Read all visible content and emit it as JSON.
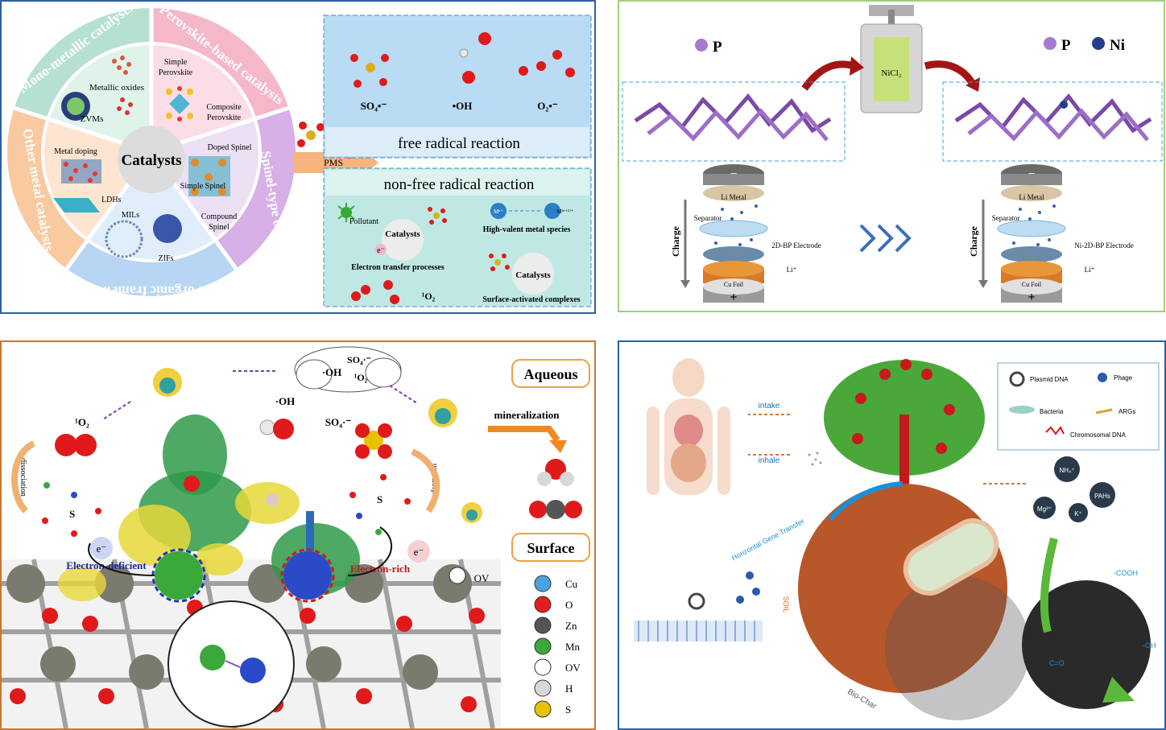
{
  "panel1": {
    "center": "Catalysts",
    "segments": {
      "mono": "Mono-metallic catalysts",
      "perovskite": "Perovskite-based catalysts",
      "spinel": "Spinel-type catalysts",
      "mof": "Metal-organic frameworks",
      "other": "Other metal catalysts"
    },
    "items": {
      "metallic_oxides": "Metallic oxides",
      "zvms": "ZVMs",
      "simple_perovskite_1": "Simple",
      "simple_perovskite_2": "Perovskite",
      "composite_perovskite_1": "Composite",
      "composite_perovskite_2": "Perovskite",
      "doped_spinel": "Doped Spinel",
      "simple_spinel": "Simple Spinel",
      "compound_spinel_1": "Compound",
      "compound_spinel_2": "Spinel",
      "mils": "MILs",
      "zifs": "ZIFs",
      "metal_doping": "Metal doping",
      "ldhs": "LDHs"
    },
    "pms": "PMS",
    "free_radical": {
      "title": "free radical reaction",
      "species": [
        "SO₄•⁻",
        "•OH",
        "O₂•⁻"
      ]
    },
    "non_free_radical": {
      "title": "non-free radical reaction",
      "pollutant": "Pollutant",
      "catalysts_a": "Catalysts",
      "electron": "e⁻",
      "electron_transfer": "Electron transfer processes",
      "metal_low": "Mⁿ⁺",
      "metal_high": "M⁽ⁿ⁺²⁾⁺",
      "high_valent": "High-valent metal species",
      "catalysts_b": "Catalysts",
      "singlet_oxygen": "¹O₂",
      "surface_complexes": "Surface-activated complexes"
    }
  },
  "panel2": {
    "legend_left": "P",
    "legend_right_p": "P",
    "legend_right_ni": "Ni",
    "reactor_label": "NiCl₂",
    "left_cell": {
      "top": "−",
      "li_metal": "Li Metal",
      "separator": "Separator",
      "electrode": "2D-BP Electrode",
      "cu_foil": "Cu Foil",
      "bottom": "+",
      "charge": "Charge",
      "li_ion": "Li⁺"
    },
    "right_cell": {
      "top": "−",
      "li_metal": "Li Metal",
      "separator": "Separator",
      "electrode": "Ni-2D-BP Electrode",
      "cu_foil": "Cu Foil",
      "bottom": "+",
      "charge": "Charge",
      "li_ion": "Li⁺"
    }
  },
  "panel3": {
    "aqueous": "Aqueous",
    "surface": "Surface",
    "mineralization": "mineralization",
    "cloud": {
      "oh": "·OH",
      "so4": "SO₄·⁻",
      "o2": "¹O₂"
    },
    "singlet_o2": "¹O₂",
    "oh": "·OH",
    "so4": "SO₄·⁻",
    "dissociation": "dissociation",
    "adsorption": "adsorption",
    "electron_deficient": "Electron-deficient",
    "electron_rich": "Electron-rich",
    "e_left": "e⁻",
    "e_right": "e⁻",
    "ov": "OV",
    "legend": [
      {
        "label": "Cu",
        "color": "#4aa3e0"
      },
      {
        "label": "O",
        "color": "#e02020"
      },
      {
        "label": "Zn",
        "color": "#555555"
      },
      {
        "label": "Mn",
        "color": "#3aa83a"
      },
      {
        "label": "OV",
        "color": "#ffffff"
      },
      {
        "label": "H",
        "color": "#d8d8d8"
      },
      {
        "label": "S",
        "color": "#e6c200"
      }
    ]
  },
  "panel4": {
    "intake": "intake",
    "inhale": "inhale",
    "hgt": "Horizontal Gene Transfer",
    "soil": "SOIL",
    "biochar": "Bio-Char",
    "legend": {
      "plasmid": "Plasmid DNA",
      "phage": "Phage",
      "bacteria": "Bacteria",
      "args": "ARGs",
      "chromosomal": "Chromosomal DNA"
    },
    "ions": {
      "nh4": "NH₄⁺",
      "pahs": "PAHs",
      "mg": "Mg²⁺",
      "k": "K⁺"
    },
    "groups": {
      "cooh": "-COOH",
      "oh": "-OH",
      "co": "C=O"
    }
  }
}
